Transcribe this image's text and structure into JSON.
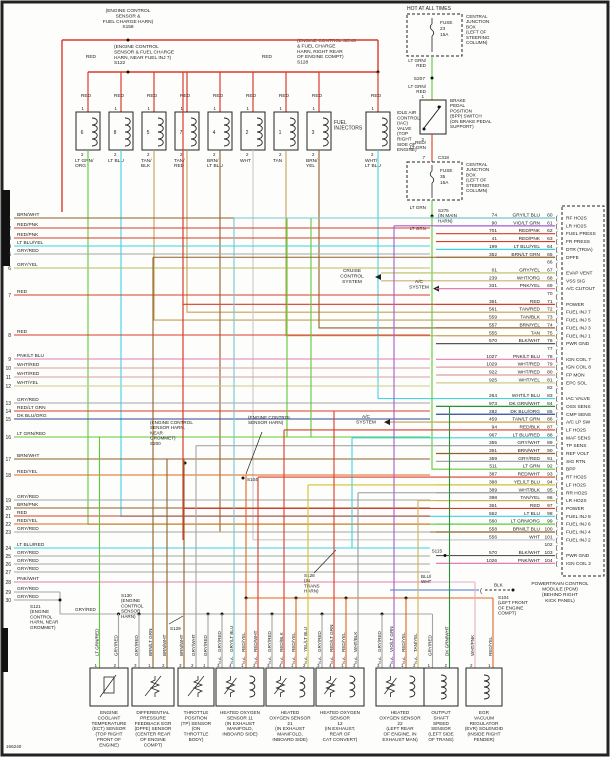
{
  "footer_id": "166240",
  "colors": {
    "base": {
      "RED": "#d93a2b",
      "LT GRN": "#5ec938",
      "LT BLU": "#3ad2e4",
      "TAN": "#c3a055",
      "BRN": "#91602b",
      "GRY": "#a5a5a5",
      "WHT": "#c9c9c9",
      "YEL": "#d2bf2e",
      "PNK": "#e57db2",
      "VIO": "#a55cd1",
      "DK GRN": "#2c8f3a",
      "DK BLU": "#31479b",
      "ORG": "#e2862c",
      "BLK": "#3a3a3a",
      "GRN": "#4fae3a",
      "BLU": "#4a74d0"
    },
    "overrides": {
      "RED/YEL": "#e0661f",
      "WHT/LT BLU": "#49d2e2",
      "GRY/LT BLU": "#72c7ce",
      "BLK/WHT": "#555555",
      "WHT/BLK": "#9a9a9a",
      "WHT/ORG": "#cdb27a",
      "WHT/RED": "#d9a0a0",
      "WHT/YEL": "#d0c98a",
      "WHT/PNK": "#e8b0c0",
      "GRY/YEL": "#b9bd62",
      "TAN/YEL": "#cdb45a"
    }
  },
  "top_left": {
    "s158": [
      "(ENGINE CONTROL",
      "SENSOR &",
      "FUEL CHARGE HARN)",
      "S158"
    ],
    "s122_red": "RED",
    "s122": [
      "(ENGINE CONTROL",
      "SENSOR & FUEL CHARGE",
      "HARN, NEAR FUEL INJ 7)",
      "S122"
    ],
    "s128_red": "RED",
    "s128": [
      "(ENGINE CONTROL SENS",
      "& FUEL CHARGE",
      "HARN, RIGHT REAR",
      "OF ENGINE COMPT)",
      "S128"
    ]
  },
  "injectors": {
    "red_label": "RED",
    "pin_top": "1",
    "pin_bottom": "2",
    "items": [
      {
        "num": "6",
        "color": "LT GRN/ORG"
      },
      {
        "num": "8",
        "color": "LT BLU"
      },
      {
        "num": "5",
        "color": "TAN/BLK"
      },
      {
        "num": "7",
        "color": "TAN/RED"
      },
      {
        "num": "4",
        "color": "BRN/LT BLU"
      },
      {
        "num": "2",
        "color": "WHT"
      },
      {
        "num": "1",
        "color": "TAN"
      },
      {
        "num": "3",
        "color": "BRN/YEL"
      }
    ],
    "group_label": [
      "FUEL",
      "INJECTORS"
    ],
    "iac": {
      "color": "WHT/LT BLU",
      "label": [
        "IDLE AIR",
        "CONTROL",
        "(IAC)",
        "VALVE",
        "(TOP",
        "RIGHT",
        "SIDE OF",
        "ENGINE)"
      ]
    }
  },
  "top_right": {
    "hot": "HOT AT ALL TIMES",
    "fuse23": [
      "FUSE",
      "23",
      "15A"
    ],
    "cjb": [
      "CENTRAL",
      "JUNCTION",
      "BOX",
      "(LEFT OF",
      "STEERING",
      "COLUMN)"
    ],
    "ltgrnred": [
      "LT GRN/",
      "RED"
    ],
    "s207": "S207",
    "bpp": [
      "BRAKE",
      "PEDAL",
      "POSITION",
      "(BPP) SWITCH",
      "(ON BRAKE PEDAL",
      "SUPPORT)"
    ],
    "bpp_pin1": "1",
    "bpp_pin2": "2",
    "redltgrn": [
      "RED/",
      "LT GRN"
    ],
    "c318_pin": "7",
    "c318": "C318",
    "fuse35": [
      "FUSE",
      "35",
      "15A"
    ],
    "ltgrn": "LT GRN",
    "s275": [
      "S275",
      "(IN MAIN",
      "HARN)"
    ]
  },
  "left_pins": [
    {
      "n": "1",
      "color": "BRN/WHT"
    },
    {
      "n": "2",
      "color": "RED/PNK"
    },
    {
      "n": "3",
      "color": "RED/PNK"
    },
    {
      "n": "4",
      "color": "LT BLU/YEL"
    },
    {
      "n": "5",
      "color": "GRY/RED"
    },
    {
      "n": "6",
      "color": "GRY/YEL"
    },
    {
      "n": "7",
      "color": "RED"
    },
    {
      "n": "8",
      "color": "RED"
    },
    {
      "n": "9",
      "color": "PNK/LT BLU"
    },
    {
      "n": "10",
      "color": "WHT/RED"
    },
    {
      "n": "11",
      "color": "WHT/RED"
    },
    {
      "n": "12",
      "color": "WHT/YEL"
    },
    {
      "n": "13",
      "color": "GRY/RED"
    },
    {
      "n": "14",
      "color": "RED/LT GRN"
    },
    {
      "n": "15",
      "color": "DK BLU/ORG"
    },
    {
      "n": "16",
      "color": "LT GRN/RED"
    },
    {
      "n": "17",
      "color": "BRN/WHT"
    },
    {
      "n": "18",
      "color": "RED/YEL"
    },
    {
      "n": "19",
      "color": "GRY/RED"
    },
    {
      "n": "20",
      "color": "BRN/PNK"
    },
    {
      "n": "21",
      "color": "RED"
    },
    {
      "n": "22",
      "color": "RED/YEL"
    },
    {
      "n": "23",
      "color": "GRY/RED"
    },
    {
      "n": "24",
      "color": "LT BLU/RED"
    },
    {
      "n": "25",
      "color": "GRY/RED"
    },
    {
      "n": "26",
      "color": "GRY/RED"
    },
    {
      "n": "27",
      "color": "GRY/RED"
    },
    {
      "n": "28",
      "color": "PNK/WHT"
    },
    {
      "n": "29",
      "color": "GRY/RED"
    },
    {
      "n": "30",
      "color": "GRY/RED"
    }
  ],
  "pcm": {
    "rows": [
      {
        "pin": "60",
        "circuit": "74",
        "color": "GRY/LT BLU",
        "label": "RF HO2S"
      },
      {
        "pin": "61",
        "circuit": "90",
        "color": "VIO/LT GRN",
        "label": "LR HO2S"
      },
      {
        "pin": "62",
        "circuit": "701",
        "color": "RED/PNK",
        "label": "FUEL PRESS"
      },
      {
        "pin": "63",
        "circuit": "41",
        "color": "RED/PNK",
        "label": "FR PRESS"
      },
      {
        "pin": "64",
        "circuit": "199",
        "color": "LT BLU/YEL",
        "label": "DTR (TR3A)"
      },
      {
        "pin": "65",
        "circuit": "352",
        "color": "BRN/LT GRN",
        "label": "DPFE"
      },
      {
        "pin": "66"
      },
      {
        "pin": "67",
        "circuit": "01",
        "color": "GRY/YEL",
        "label": "EVAP VENT"
      },
      {
        "pin": "68",
        "circuit": "239",
        "color": "WHT/ORG",
        "label": "VSS SIG"
      },
      {
        "pin": "69",
        "circuit": "331",
        "color": "PNK/YEL",
        "label": "A/C CUTOUT"
      },
      {
        "pin": "70"
      },
      {
        "pin": "71",
        "circuit": "361",
        "color": "RED",
        "label": "POWER"
      },
      {
        "pin": "72",
        "circuit": "561",
        "color": "TAN/RED",
        "label": "FUEL INJ 7"
      },
      {
        "pin": "73",
        "circuit": "559",
        "color": "TAN/BLK",
        "label": "FUEL INJ 5"
      },
      {
        "pin": "74",
        "circuit": "557",
        "color": "BRN/YEL",
        "label": "FUEL INJ 3"
      },
      {
        "pin": "75",
        "circuit": "555",
        "color": "TAN",
        "label": "FUEL INJ 1"
      },
      {
        "pin": "76",
        "circuit": "570",
        "color": "BLK/WHT",
        "label": "PWR GND"
      },
      {
        "pin": "77"
      },
      {
        "pin": "78",
        "circuit": "1027",
        "color": "PNK/LT BLU",
        "label": "IGN COIL 7"
      },
      {
        "pin": "79",
        "circuit": "1029",
        "color": "WHT/RED",
        "label": "IGN COIL 8"
      },
      {
        "pin": "80",
        "circuit": "922",
        "color": "WHT/RED",
        "label": "FP MON"
      },
      {
        "pin": "81",
        "circuit": "925",
        "color": "WHT/YEL",
        "label": "EPC SOL"
      },
      {
        "pin": "82"
      },
      {
        "pin": "83",
        "circuit": "264",
        "color": "WHT/LT BLU",
        "label": "IAC VALVE"
      },
      {
        "pin": "84",
        "circuit": "973",
        "color": "DK GRN/WHT",
        "label": "OSS SENS"
      },
      {
        "pin": "85",
        "circuit": "282",
        "color": "DK BLU/ORG",
        "label": "CMP SENS"
      },
      {
        "pin": "86",
        "circuit": "459",
        "color": "TAN/LT GRN",
        "label": "A/C LP SW"
      },
      {
        "pin": "87",
        "circuit": "94",
        "color": "RED/BLK",
        "label": "LF HO2S"
      },
      {
        "pin": "88",
        "circuit": "967",
        "color": "LT BLU/RED",
        "label": "MAF SENS"
      },
      {
        "pin": "89",
        "circuit": "355",
        "color": "GRY/WHT",
        "label": "TP SENS"
      },
      {
        "pin": "90",
        "circuit": "351",
        "color": "BRN/WHT",
        "label": "REF VOLT"
      },
      {
        "pin": "91",
        "circuit": "359",
        "color": "GRY/RED",
        "label": "SIG RTN"
      },
      {
        "pin": "92",
        "circuit": "511",
        "color": "LT GRN",
        "label": "BPP"
      },
      {
        "pin": "93",
        "circuit": "387",
        "color": "RED/WHT",
        "label": "RT HO2S"
      },
      {
        "pin": "94",
        "circuit": "388",
        "color": "YEL/LT BLU",
        "label": "LF HO2S"
      },
      {
        "pin": "95",
        "circuit": "389",
        "color": "WHT/BLK",
        "label": "RR HO2S"
      },
      {
        "pin": "96",
        "circuit": "398",
        "color": "TAN/YEL",
        "label": "LR HO2S"
      },
      {
        "pin": "97",
        "circuit": "361",
        "color": "RED",
        "label": "POWER"
      },
      {
        "pin": "98",
        "circuit": "562",
        "color": "LT BLU",
        "label": "FUEL INJ 8"
      },
      {
        "pin": "99",
        "circuit": "560",
        "color": "LT GRN/ORG",
        "label": "FUEL INJ 6"
      },
      {
        "pin": "100",
        "circuit": "558",
        "color": "BRN/LT BLU",
        "label": "FUEL INJ 4"
      },
      {
        "pin": "101",
        "circuit": "556",
        "color": "WHT",
        "label": "FUEL INJ 2"
      },
      {
        "pin": "102"
      },
      {
        "pin": "103",
        "circuit": "570",
        "color": "BLK/WHT",
        "label": "PWR GND"
      },
      {
        "pin": "104",
        "circuit": "1026",
        "color": "PNK/WHT",
        "label": "IGN COIL 2"
      }
    ],
    "s115": "S115",
    "name": [
      "POWERTRAIN CONTROL",
      "MODULE (PCM)",
      "(BEHIND RIGHT",
      "KICK PANEL)"
    ],
    "ground": {
      "bluwht": [
        "BLU/",
        "WHT"
      ],
      "blk": "BLK",
      "s104": [
        "S104",
        "(LEFT FRONT",
        "OF ENGINE",
        "COMPT)"
      ]
    }
  },
  "mid": {
    "cruise": [
      "CRUISE",
      "CONTROL",
      "SYSTEM"
    ],
    "ac1": [
      "A/C",
      "SYSTEM"
    ],
    "ac2": [
      "A/C",
      "SYSTEM"
    ],
    "s200": [
      "(ENGINE CONTROL",
      "SENSOR HARN,",
      "NEAR",
      "GROMMET)",
      "S200"
    ],
    "s104mid": [
      "(ENGINE CONTROL",
      "SENSOR HARN)"
    ],
    "s104mid_id": "S104",
    "s128trans": [
      "S128",
      "(IN",
      "TRANS",
      "HARN)"
    ],
    "s121": [
      "S121",
      "(ENGINE",
      "CONTROL",
      "HARN, NEAR",
      "GROMMET)"
    ],
    "s130": [
      "S130",
      "(ENGINE",
      "CONTROL",
      "SENSOR",
      "HARN)"
    ],
    "s129": "S129",
    "gryred_bus": "GRY/RED"
  },
  "sensors": [
    {
      "id": "ect",
      "name": [
        "ENGINE",
        "COOLANT",
        "TEMPERATURE",
        "(ECT) SENSOR",
        "(TOP RIGHT",
        "FRONT OF",
        "ENGINE)"
      ],
      "pins": [
        {
          "n": "1",
          "color": "LT GRN/RED"
        },
        {
          "n": "2",
          "color": "GRY/RED"
        }
      ]
    },
    {
      "id": "dpfe",
      "name": [
        "DIFFERENTIAL",
        "PRESSURE",
        "FEEDBACK EGR",
        "(DPFE) SENSOR",
        "(CENTER REAR",
        "OF ENGINE",
        "COMPT)"
      ],
      "pins": [
        {
          "n": "3",
          "color": "GRY/RED"
        },
        {
          "n": "1",
          "color": "BRN/LT GRN"
        },
        {
          "n": "2",
          "color": "BRN/WHT"
        }
      ]
    },
    {
      "id": "tp",
      "name": [
        "THROTTLE",
        "POSITION",
        "(TP) SENSOR",
        "(ON",
        "THROTTLE",
        "BODY)"
      ],
      "pins": [
        {
          "n": "3",
          "color": "BRN/WHT"
        },
        {
          "n": "2",
          "color": "GRY/WHT"
        },
        {
          "n": "1",
          "color": "GRY/RED"
        }
      ]
    },
    {
      "id": "ho2s11",
      "name": [
        "HEATED OXYGEN",
        "SENSOR 11",
        "(IN EXHAUST",
        "MANIFOLD,",
        "INBOARD SIDE)"
      ],
      "pins": [
        {
          "n": "3",
          "na": "N.A.",
          "color": "GRY/RED"
        },
        {
          "n": "4",
          "na": "N.A.",
          "color": "GRY/LT BLU"
        },
        {
          "n": "1",
          "na": "N.A.",
          "color": "RED/YEL"
        },
        {
          "n": "2",
          "na": "N.A.",
          "color": "RED/WHT"
        }
      ]
    },
    {
      "id": "ho2s21",
      "name": [
        "HEATED",
        "OXYGEN SENSOR",
        "21",
        "(IN EXHAUST",
        "MANIFOLD,",
        "INBOARD SIDE)"
      ],
      "pins": [
        {
          "n": "3",
          "na": "N.A.",
          "color": "GRY/RED"
        },
        {
          "n": "4",
          "na": "N.A.",
          "color": "RED/BLK"
        },
        {
          "n": "1",
          "na": "N.A.",
          "color": "RED/YEL"
        },
        {
          "n": "2",
          "na": "N.A.",
          "color": "YEL/LT BLU"
        }
      ]
    },
    {
      "id": "ho2s12",
      "name": [
        "HEATED OXYGEN",
        "SENSOR",
        "12",
        "(IN EXHAUST,",
        "REAR OF",
        "CAT CONVERT)"
      ],
      "pins": [
        {
          "n": "3",
          "na": "N.A.",
          "color": "GRY/RED"
        },
        {
          "n": "4",
          "na": "N.A.",
          "color": "RED/LT GRN"
        },
        {
          "n": "1",
          "na": "N.A.",
          "color": "RED/YEL"
        },
        {
          "n": "2",
          "na": "N.A.",
          "color": "WHT/BLK"
        }
      ]
    },
    {
      "id": "ho2s22",
      "name": [
        "HEATED",
        "OXYGEN SENSOR",
        "22",
        "(LEFT REAR",
        "OF ENGINE, IN",
        "EXHAUST MAN)"
      ],
      "pins": [
        {
          "n": "3",
          "na": "N.A.",
          "color": "GRY/RED"
        },
        {
          "n": "4",
          "na": "N.A.",
          "color": "VIO/LT GRN"
        },
        {
          "n": "1",
          "na": "N.A.",
          "color": "RED/YEL"
        },
        {
          "n": "2",
          "na": "N.A.",
          "color": "TAN/YEL"
        }
      ]
    },
    {
      "id": "oss",
      "name": [
        "OUTPUT",
        "SHAFT",
        "SPEED",
        "SENSOR",
        "(LEFT SIDE",
        "OF TRANS)"
      ],
      "pins": [
        {
          "n": "1",
          "color": "GR Y/RED"
        },
        {
          "n": "2",
          "color": "DK GRN/WHT"
        }
      ]
    },
    {
      "id": "evr",
      "name": [
        "EGR",
        "VACUUM",
        "REGULATOR",
        "(EVR) SOLENOID",
        "(INSIDE RIGHT",
        "FENDER)"
      ],
      "pins": [
        {
          "n": "2",
          "color": "WHT/PNK"
        },
        {
          "n": "1",
          "color": "RED/YEL"
        }
      ]
    }
  ]
}
